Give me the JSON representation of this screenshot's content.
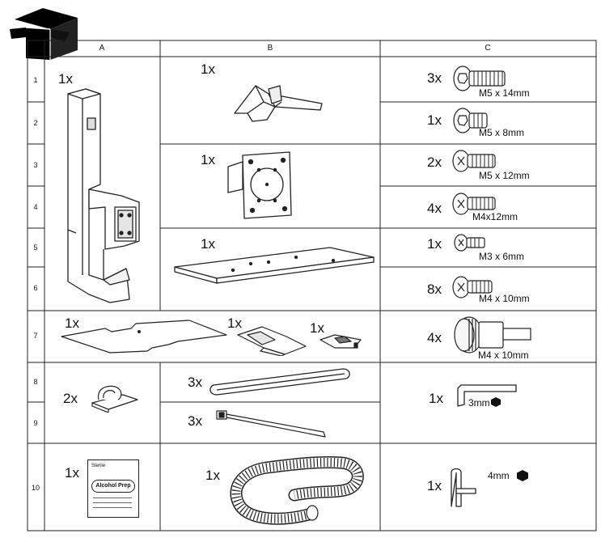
{
  "columns": [
    "A",
    "B",
    "C"
  ],
  "rows": [
    "1",
    "2",
    "3",
    "4",
    "5",
    "6",
    "7",
    "8",
    "9",
    "10"
  ],
  "parts": {
    "a_stand": {
      "qty": "1x"
    },
    "b_base_clip": {
      "qty": "1x"
    },
    "b_vesa_plate": {
      "qty": "1x"
    },
    "b_tray": {
      "qty": "1x"
    },
    "c_m5x14": {
      "qty": "3x",
      "size": "M5 x 14mm"
    },
    "c_m5x8": {
      "qty": "1x",
      "size": "M5 x 8mm"
    },
    "c_m5x12": {
      "qty": "2x",
      "size": "M5 x 12mm"
    },
    "c_m4x12": {
      "qty": "4x",
      "size": "M4x12mm"
    },
    "c_m3x6": {
      "qty": "1x",
      "size": "M3 x 6mm"
    },
    "c_m4x10": {
      "qty": "8x",
      "size": "M4 x 10mm"
    },
    "r7_pad": {
      "qty": "1x"
    },
    "r7_bracket": {
      "qty": "1x"
    },
    "r7_clip": {
      "qty": "1x"
    },
    "c_knob": {
      "qty": "4x",
      "size": "M4 x 10mm"
    },
    "a_cable_clip": {
      "qty": "2x"
    },
    "b_velcro": {
      "qty": "3x"
    },
    "b_zip_tie": {
      "qty": "3x"
    },
    "c_hex_3mm": {
      "qty": "1x",
      "size": "3mm"
    },
    "a_alcohol_prep": {
      "qty": "1x",
      "header": "Sterile",
      "label": "Alcohol Prep"
    },
    "b_cable_sleeve": {
      "qty": "1x"
    },
    "c_hex_4mm": {
      "qty": "1x",
      "size": "4mm"
    }
  }
}
